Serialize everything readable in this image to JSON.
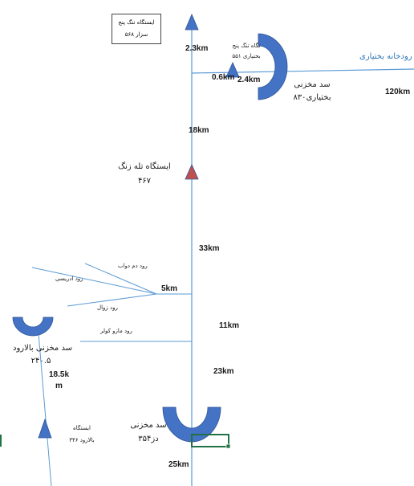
{
  "station_box": {
    "line1": "ایستگاه تنگ پنج",
    "line2": "سزار ۵۶۸"
  },
  "tang_panj_bakhtiari": {
    "line1": "تگاه تنگ پنج",
    "line2": "بختیاری ۵۵۱"
  },
  "bakhtiari_river": "رودخانه بختیاری",
  "bakhtiari_dam": {
    "line1": "سد مخزنی",
    "line2": "بختیاری۸۳۰"
  },
  "tale_zang": {
    "line1": "ایستگاه تله زنگ",
    "line2": "۴۶۷"
  },
  "tributaries": {
    "dam_dovab": "رود دم دواب",
    "adrisi": "رود ادریسی",
    "zal": "رود زوال",
    "mazo_kolar": "رود مازو کولر"
  },
  "balarood_dam": {
    "line1": "سد مخزنی بالارود",
    "line2": "۲۴۰.۵"
  },
  "balarood_station": {
    "line1": "ایستگاه",
    "line2": "بالارود ۳۴۶"
  },
  "dez_dam": {
    "line1": "سد مخزنی",
    "line2": "دز۳۵۴"
  },
  "distances": {
    "d1": "2.3km",
    "d2": "0.6km",
    "d3": "2.4km",
    "d4": "120km",
    "d5": "18km",
    "d6": "33km",
    "d7": "5km",
    "d8": "11km",
    "d9": "23km",
    "d10a": "18.5k",
    "d10b": "m",
    "d11": "25km"
  },
  "colors": {
    "line": "#5b9bd5",
    "shape": "#4472c4",
    "shape_stroke": "#2f5597",
    "red_station": "#c0504d",
    "selection": "#217346"
  }
}
